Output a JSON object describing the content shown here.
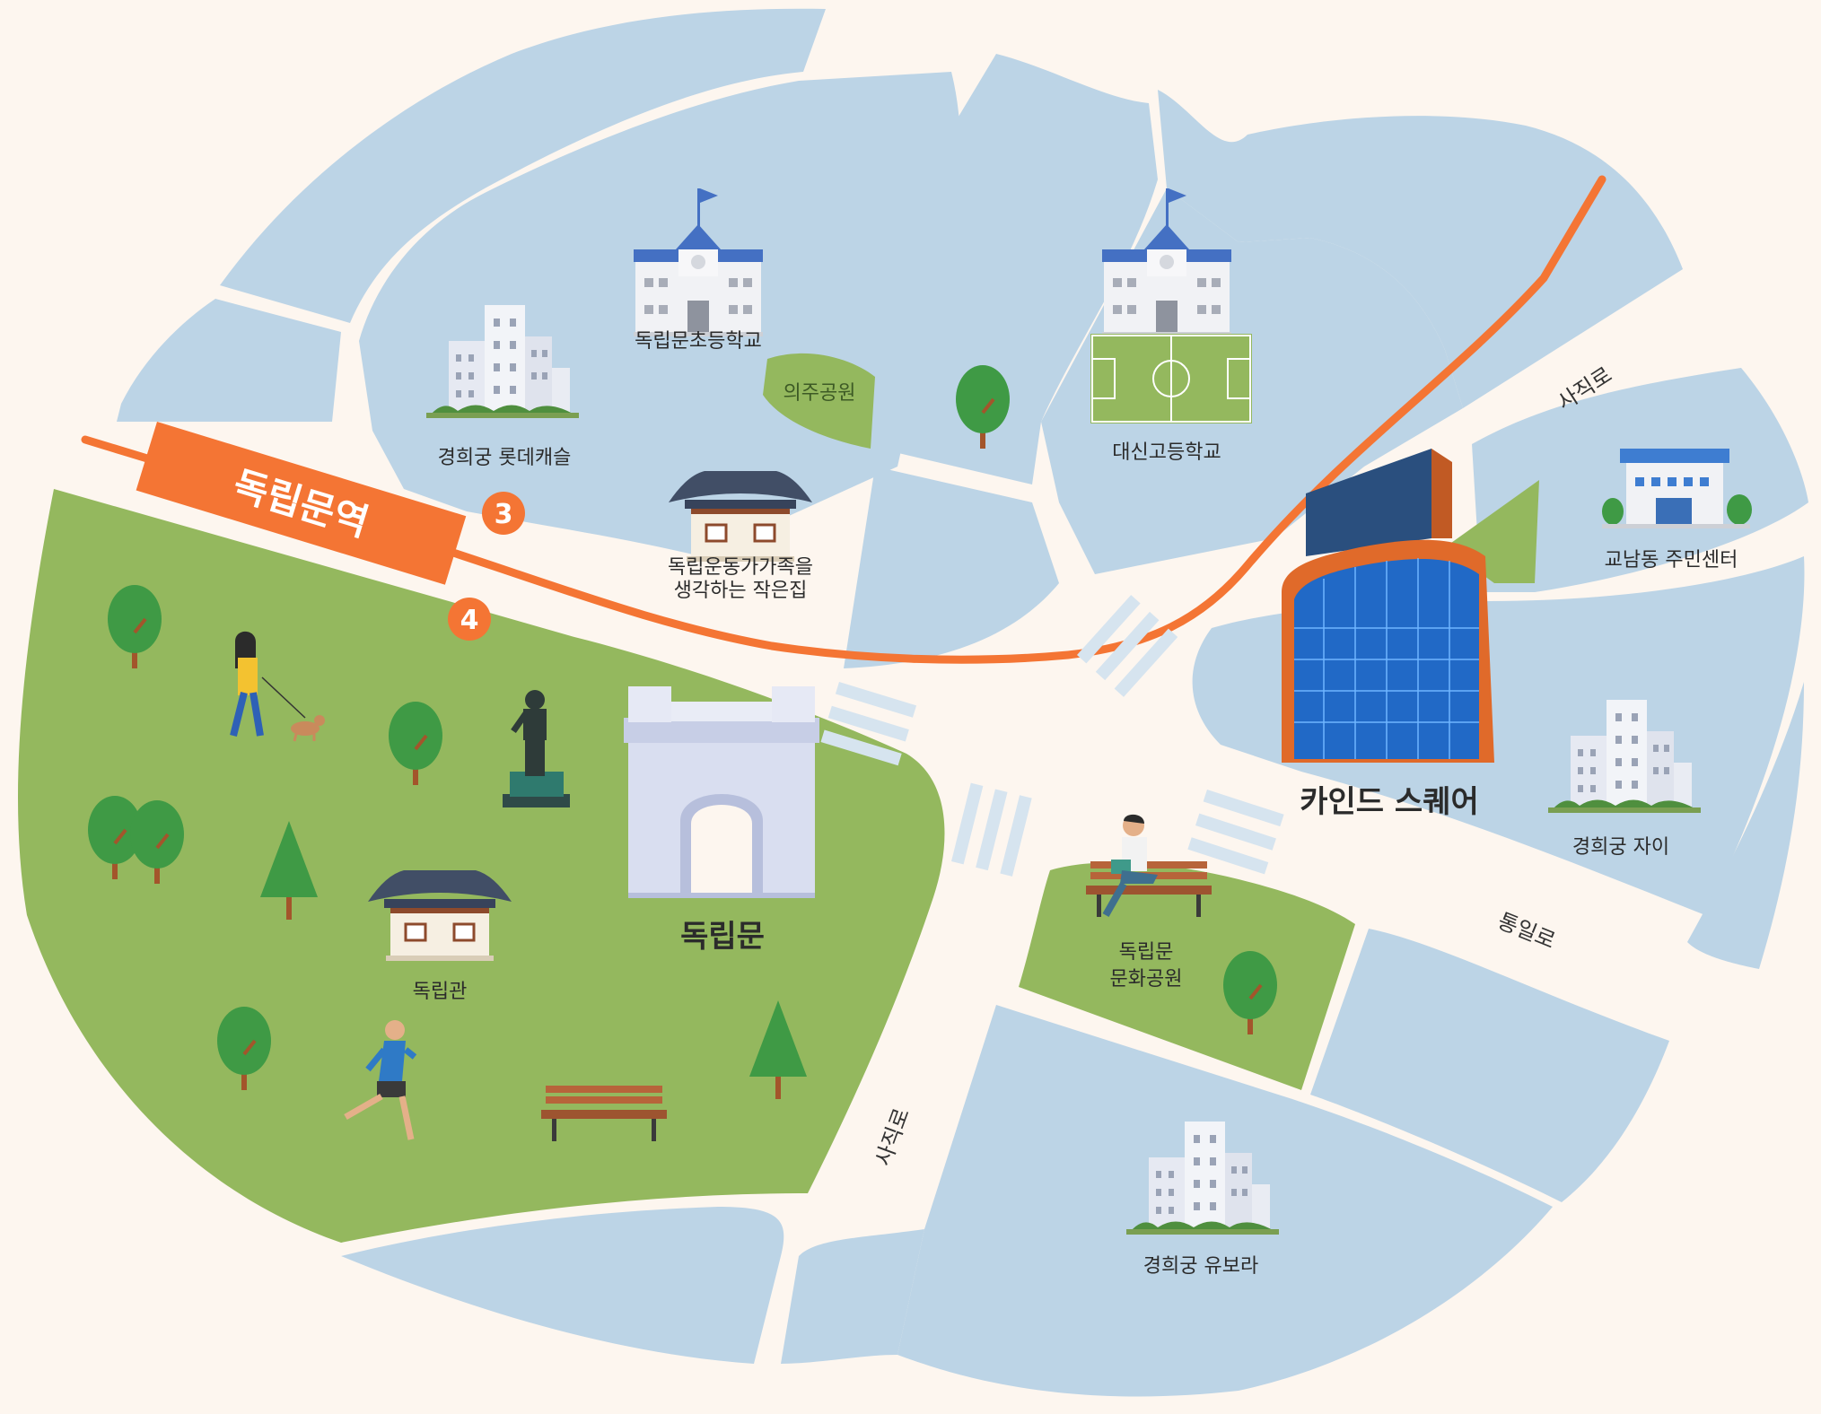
{
  "colors": {
    "background": "#fdf6ef",
    "block": "#bcd4e6",
    "park": "#94b85e",
    "subway_line": "#f47534",
    "tree": "#3f9a45",
    "trunk": "#a3552b",
    "building_glass": "#2169c6",
    "building_frame": "#e06a2a",
    "building_dark": "#2a4f7e"
  },
  "subway": {
    "station_name": "독립문역",
    "exits": [
      "3",
      "4"
    ]
  },
  "landmarks": {
    "dongnipmun": "독립문",
    "kind_square": "카인드 스퀘어",
    "dongnipgwan": "독립관"
  },
  "places": {
    "elementary_school": "독립문초등학교",
    "high_school": "대신고등학교",
    "lotte_castle": "경희궁 롯데캐슬",
    "uiju_park": "의주공원",
    "family_house_line1": "독립운동가가족을",
    "family_house_line2": "생각하는 작은집",
    "community_center": "교남동 주민센터",
    "xi": "경희궁 자이",
    "culture_park_line1": "독립문",
    "culture_park_line2": "문화공원",
    "yubora": "경희궁 유보라"
  },
  "roads": {
    "sajik_ne": "사직로",
    "sajik_s": "사직로",
    "tongil": "통일로"
  },
  "icons": [
    "school-icon",
    "apartment-icon",
    "hanok-icon",
    "tree-icon",
    "statue-icon",
    "bench-icon",
    "soccer-field-icon",
    "office-tower-icon",
    "walker-with-dog-icon",
    "runner-icon",
    "reader-on-bench-icon",
    "community-center-icon",
    "arch-gate-icon"
  ]
}
